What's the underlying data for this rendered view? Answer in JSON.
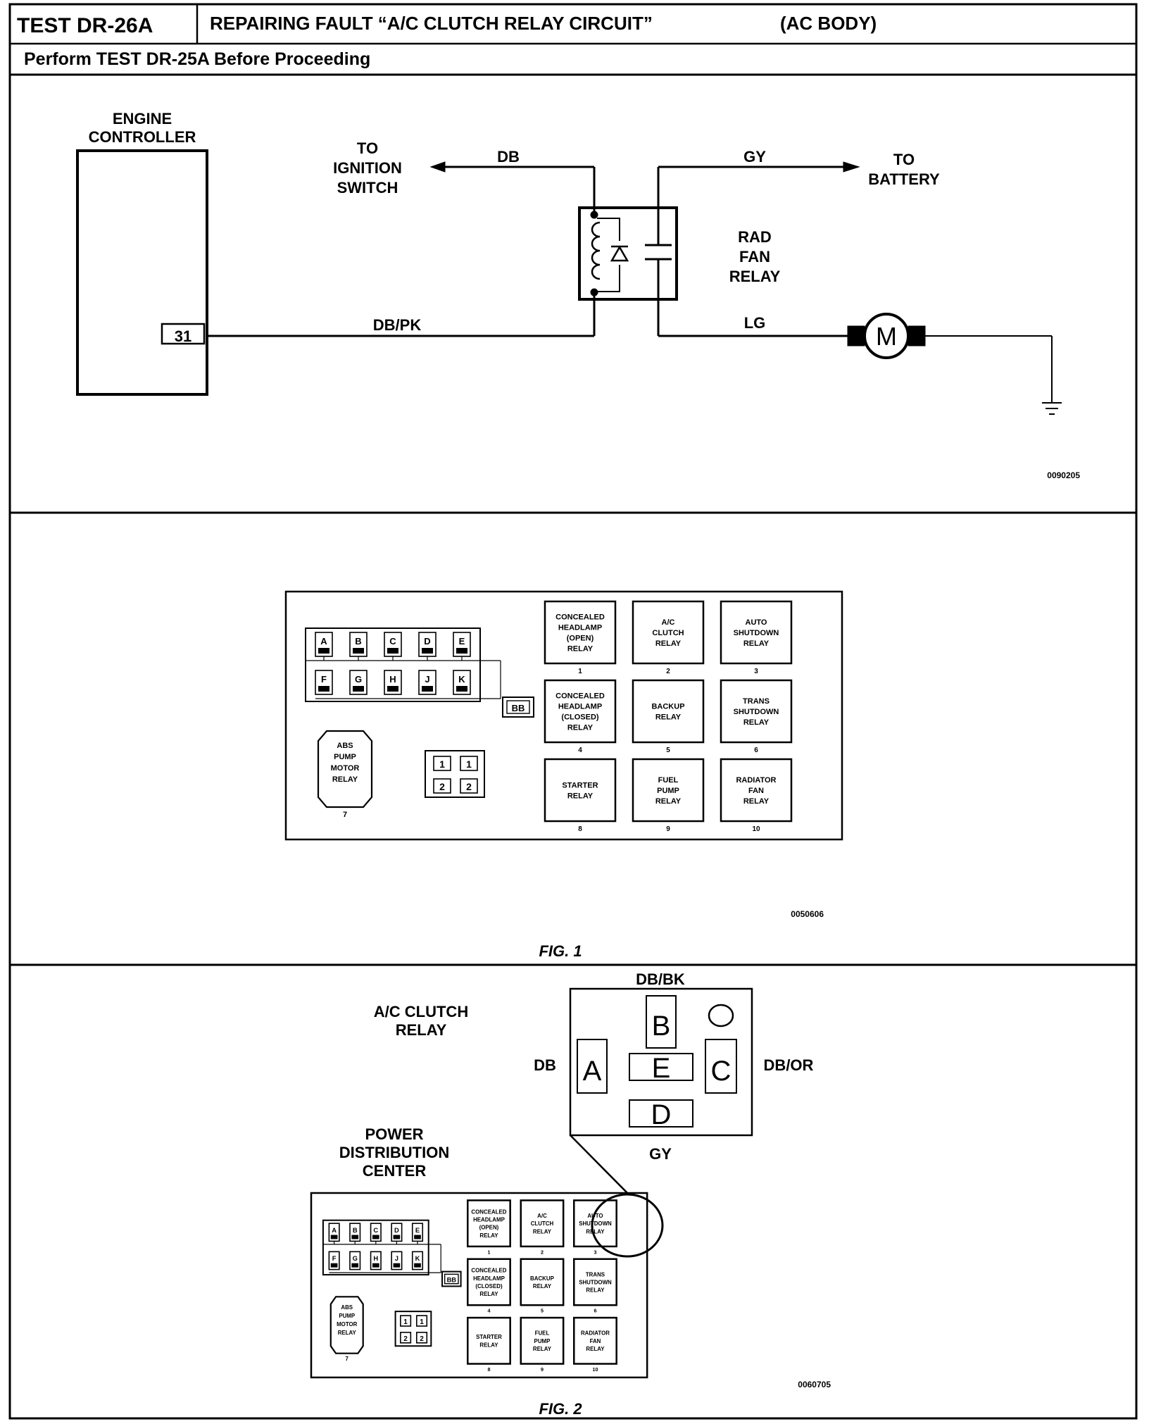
{
  "header": {
    "test_id": "TEST DR-26A",
    "title": "REPAIRING FAULT “A/C CLUTCH RELAY CIRCUIT”",
    "body": "(AC BODY)",
    "subtitle": "Perform TEST DR-25A Before Proceeding"
  },
  "schematic": {
    "engine_controller_1": "ENGINE",
    "engine_controller_2": "CONTROLLER",
    "pin": "31",
    "to_ignition_1": "TO",
    "to_ignition_2": "IGNITION",
    "to_ignition_3": "SWITCH",
    "wire_db": "DB",
    "wire_gy": "GY",
    "to_battery_1": "TO",
    "to_battery_2": "BATTERY",
    "relay_1": "RAD",
    "relay_2": "FAN",
    "relay_3": "RELAY",
    "wire_dbpk": "DB/PK",
    "wire_lg": "LG",
    "motor": "M",
    "ref": "0090205"
  },
  "pdc": {
    "fuses_top": [
      "A",
      "B",
      "C",
      "D",
      "E"
    ],
    "fuses_bottom": [
      "F",
      "G",
      "H",
      "J",
      "K"
    ],
    "fuse_bb": "BB",
    "abs": [
      "ABS",
      "PUMP",
      "MOTOR",
      "RELAY"
    ],
    "abs_num": "7",
    "small_relays": [
      "1",
      "1",
      "2",
      "2"
    ],
    "relays": [
      {
        "lines": [
          "CONCEALED",
          "HEADLAMP",
          "(OPEN)",
          "RELAY"
        ],
        "num": "1"
      },
      {
        "lines": [
          "A/C",
          "CLUTCH",
          "RELAY"
        ],
        "num": "2"
      },
      {
        "lines": [
          "AUTO",
          "SHUTDOWN",
          "RELAY"
        ],
        "num": "3"
      },
      {
        "lines": [
          "CONCEALED",
          "HEADLAMP",
          "(CLOSED)",
          "RELAY"
        ],
        "num": "4"
      },
      {
        "lines": [
          "BACKUP",
          "RELAY"
        ],
        "num": "5"
      },
      {
        "lines": [
          "TRANS",
          "SHUTDOWN",
          "RELAY"
        ],
        "num": "6"
      },
      {
        "lines": [
          "STARTER",
          "RELAY"
        ],
        "num": "8"
      },
      {
        "lines": [
          "FUEL",
          "PUMP",
          "RELAY"
        ],
        "num": "9"
      },
      {
        "lines": [
          "RADIATOR",
          "FAN",
          "RELAY"
        ],
        "num": "10"
      }
    ]
  },
  "fig1": {
    "ref": "0050606",
    "caption": "FIG. 1"
  },
  "fig2": {
    "relay_label_1": "A/C CLUTCH",
    "relay_label_2": "RELAY",
    "wire_top": "DB/BK",
    "wire_left": "DB",
    "wire_right": "DB/OR",
    "wire_bottom": "GY",
    "terminals": [
      "A",
      "B",
      "C",
      "D",
      "E"
    ],
    "pdc_1": "POWER",
    "pdc_2": "DISTRIBUTION",
    "pdc_3": "CENTER",
    "ref": "0060705",
    "caption": "FIG. 2"
  }
}
